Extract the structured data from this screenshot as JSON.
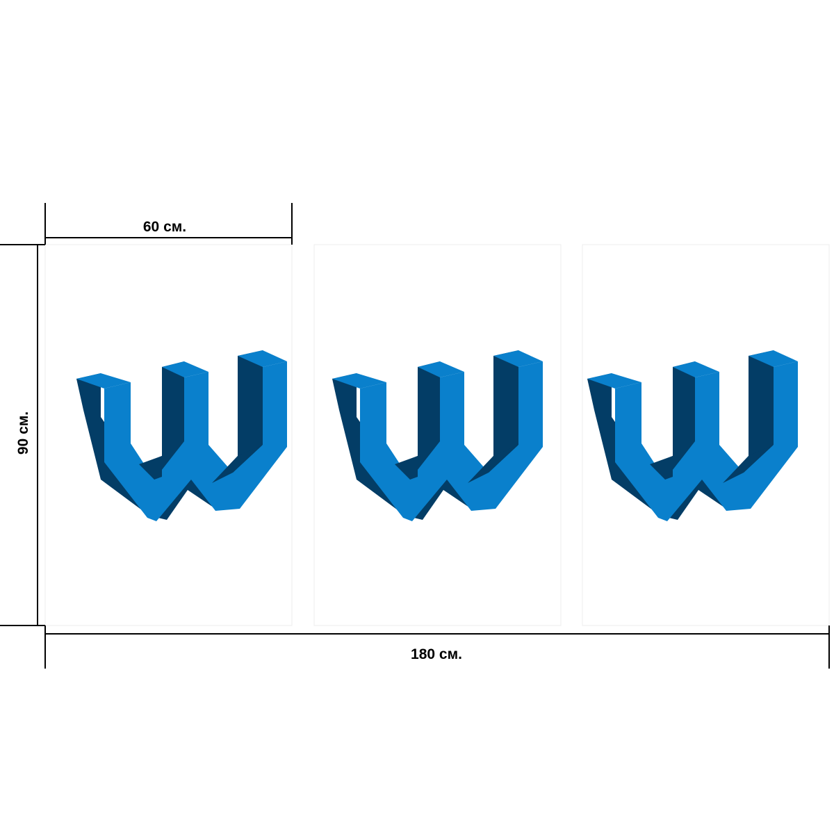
{
  "dimensions": {
    "width_60": "60 см.",
    "height_90": "90 см.",
    "width_180": "180 см."
  },
  "panels": [
    {
      "name": "panel-left"
    },
    {
      "name": "panel-center"
    },
    {
      "name": "panel-right"
    }
  ],
  "colors": {
    "background": "#ffffff",
    "dimension_line": "#000000",
    "letter_face": "#0a80cc",
    "letter_side": "#033d66",
    "panel_edge": "#eeeeee"
  },
  "icon": "3d-letter-w-icon"
}
